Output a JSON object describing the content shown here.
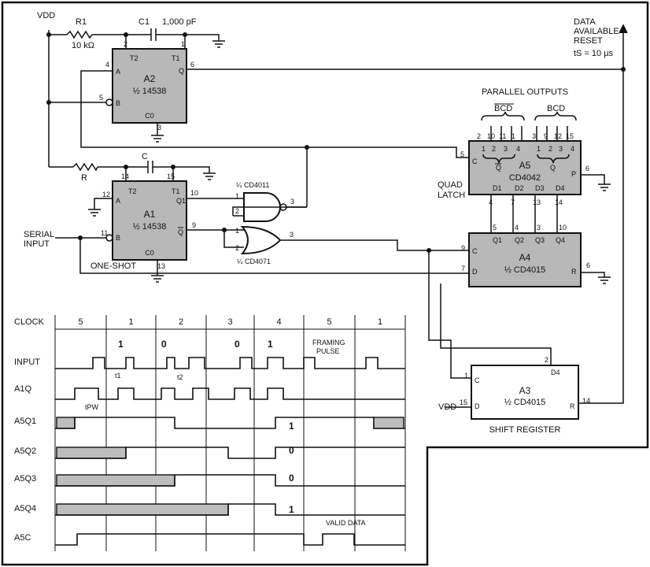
{
  "components": {
    "a2": {
      "name": "A2",
      "part": "½ 14538",
      "pins": {
        "t2": "T2",
        "t1": "T1",
        "a": "A",
        "b": "B",
        "q": "Q",
        "c0": "C0",
        "p2": "2",
        "p1": "1",
        "p4": "4",
        "p5": "5",
        "p6": "6",
        "p3": "3"
      }
    },
    "a1": {
      "name": "A1",
      "part": "½ 14538",
      "pins": {
        "t2": "T2",
        "t1": "T1",
        "a": "A",
        "b": "B",
        "q": "Q1",
        "qb": "Q",
        "c0": "C0",
        "p14": "14",
        "p15": "15",
        "p12": "12",
        "p10": "10",
        "p11": "11",
        "p9": "9",
        "p13": "13"
      }
    },
    "a5": {
      "name": "A5",
      "part": "CD4042",
      "title": "QUAD\nLATCH",
      "pins": {
        "c": "C",
        "p": "P",
        "d1": "D1",
        "d2": "D2",
        "d3": "D3",
        "d4": "D4",
        "p5": "5",
        "p6": "6"
      }
    },
    "a4": {
      "name": "A4",
      "part": "½ CD4015",
      "pins": {
        "c": "C",
        "d": "D",
        "r": "R",
        "q1": "Q1",
        "q2": "Q2",
        "q3": "Q3",
        "q4": "Q4",
        "p9": "9",
        "p7": "7",
        "p6": "6",
        "p5": "5",
        "p4": "4",
        "p3": "3",
        "p10": "10"
      }
    },
    "a3": {
      "name": "A3",
      "part": "½ CD4015",
      "title": "SHIFT REGISTER",
      "pins": {
        "c": "C",
        "d": "D",
        "r": "R",
        "d4": "D4",
        "p2": "2",
        "p1": "1",
        "p15": "15",
        "p14": "14"
      }
    },
    "nand": {
      "part": "¼ CD4011",
      "pins": [
        "1",
        "2",
        "3"
      ]
    },
    "or": {
      "part": "¼ CD4071",
      "pins": [
        "1",
        "2",
        "3"
      ]
    }
  },
  "labels": {
    "vdd": "VDD",
    "r1": "R1",
    "r1_value": "10 kΩ",
    "c1": "C1",
    "c1_value": "1,000 pF",
    "r": "R",
    "c": "C",
    "serial_input": "SERIAL\nINPUT",
    "one_shot": "ONE-SHOT",
    "data_available": "DATA\nAVAILABLE\nRESET",
    "ts": "tS = 10 µs",
    "parallel_outputs": "PARALLEL OUTPUTS",
    "bcd": "BCD",
    "bcd_bar": "BCD",
    "q_bar": "Q",
    "q": "Q",
    "latch_in_pins": [
      "2",
      "10",
      "11",
      "1",
      "3",
      "9",
      "12",
      "15"
    ],
    "latch_weights": [
      "1",
      "2",
      "3",
      "4",
      "1",
      "2",
      "3",
      "4"
    ],
    "latch_d_pins": [
      "4",
      "7",
      "13",
      "14"
    ],
    "sr_q_pins": [
      "5",
      "4",
      "3",
      "10"
    ]
  },
  "timing": {
    "clock_label": "CLOCK",
    "clock_numbers": [
      "5",
      "1",
      "2",
      "3",
      "4",
      "5",
      "1"
    ],
    "bits": [
      "1",
      "0",
      "0",
      "1"
    ],
    "framing": "FRAMING\nPULSE",
    "rows": [
      "INPUT",
      "A1Q",
      "A5Q1",
      "A5Q2",
      "A5Q3",
      "A5Q4",
      "A5C"
    ],
    "t1": "t1",
    "t2": "t2",
    "tpw": "tPW",
    "values": [
      "1",
      "0",
      "0",
      "1"
    ],
    "valid_data": "VALID DATA"
  }
}
